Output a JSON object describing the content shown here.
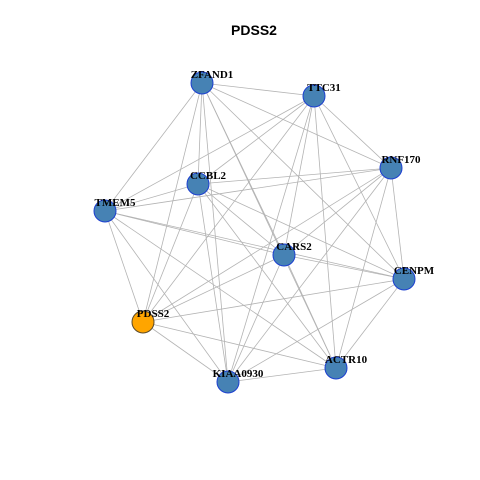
{
  "title": "PDSS2",
  "colors": {
    "default_node": "#4682B4",
    "default_node_border": "#1c3fd0",
    "highlight_node": "#FFA500",
    "highlight_node_border": "#5a4a2a",
    "edge": "#b3b3b3"
  },
  "nodes": [
    {
      "id": "ZFAND1",
      "label": "ZFAND1",
      "highlight": false
    },
    {
      "id": "TTC31",
      "label": "TTC31",
      "highlight": false
    },
    {
      "id": "RNF170",
      "label": "RNF170",
      "highlight": false
    },
    {
      "id": "CCBL2",
      "label": "CCBL2",
      "highlight": false
    },
    {
      "id": "TMEM5",
      "label": "TMEM5",
      "highlight": false
    },
    {
      "id": "CARS2",
      "label": "CARS2",
      "highlight": false
    },
    {
      "id": "CENPM",
      "label": "CENPM",
      "highlight": false
    },
    {
      "id": "PDSS2",
      "label": "PDSS2",
      "highlight": true
    },
    {
      "id": "ACTR10",
      "label": "ACTR10",
      "highlight": false
    },
    {
      "id": "KIAA0930",
      "label": "KIAA0930",
      "highlight": false
    }
  ],
  "edges": [
    [
      "ZFAND1",
      "TTC31"
    ],
    [
      "ZFAND1",
      "RNF170"
    ],
    [
      "ZFAND1",
      "CCBL2"
    ],
    [
      "ZFAND1",
      "TMEM5"
    ],
    [
      "ZFAND1",
      "CARS2"
    ],
    [
      "ZFAND1",
      "CENPM"
    ],
    [
      "ZFAND1",
      "PDSS2"
    ],
    [
      "ZFAND1",
      "ACTR10"
    ],
    [
      "ZFAND1",
      "KIAA0930"
    ],
    [
      "TTC31",
      "RNF170"
    ],
    [
      "TTC31",
      "CCBL2"
    ],
    [
      "TTC31",
      "TMEM5"
    ],
    [
      "TTC31",
      "CARS2"
    ],
    [
      "TTC31",
      "CENPM"
    ],
    [
      "TTC31",
      "PDSS2"
    ],
    [
      "TTC31",
      "ACTR10"
    ],
    [
      "TTC31",
      "KIAA0930"
    ],
    [
      "RNF170",
      "CCBL2"
    ],
    [
      "RNF170",
      "TMEM5"
    ],
    [
      "RNF170",
      "CARS2"
    ],
    [
      "RNF170",
      "CENPM"
    ],
    [
      "RNF170",
      "PDSS2"
    ],
    [
      "RNF170",
      "ACTR10"
    ],
    [
      "RNF170",
      "KIAA0930"
    ],
    [
      "CCBL2",
      "TMEM5"
    ],
    [
      "CCBL2",
      "CARS2"
    ],
    [
      "CCBL2",
      "CENPM"
    ],
    [
      "CCBL2",
      "PDSS2"
    ],
    [
      "CCBL2",
      "ACTR10"
    ],
    [
      "CCBL2",
      "KIAA0930"
    ],
    [
      "TMEM5",
      "CARS2"
    ],
    [
      "TMEM5",
      "CENPM"
    ],
    [
      "TMEM5",
      "PDSS2"
    ],
    [
      "TMEM5",
      "ACTR10"
    ],
    [
      "TMEM5",
      "KIAA0930"
    ],
    [
      "CARS2",
      "CENPM"
    ],
    [
      "CARS2",
      "PDSS2"
    ],
    [
      "CARS2",
      "ACTR10"
    ],
    [
      "CARS2",
      "KIAA0930"
    ],
    [
      "CENPM",
      "PDSS2"
    ],
    [
      "CENPM",
      "ACTR10"
    ],
    [
      "CENPM",
      "KIAA0930"
    ],
    [
      "PDSS2",
      "ACTR10"
    ],
    [
      "PDSS2",
      "KIAA0930"
    ],
    [
      "ACTR10",
      "KIAA0930"
    ]
  ]
}
